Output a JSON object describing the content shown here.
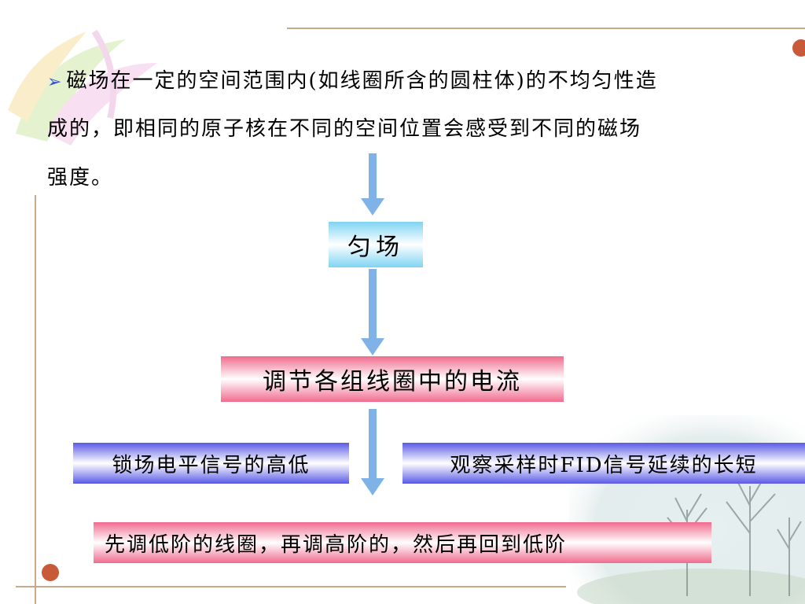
{
  "intro": {
    "bullet_glyph": "➢",
    "line1": "磁场在一定的空间范围内(如线圈所含的圆柱体)的不均匀性造",
    "line2": "成的，即相同的原子核在不同的空间位置会感受到不同的磁场",
    "line3": "强度。"
  },
  "flow": {
    "box1": "匀场",
    "box2": "调节各组线圈中的电流",
    "box3_left": "锁场电平信号的高低",
    "box3_right": "观察采样时FID信号延续的长短",
    "box4": "先调低阶的线圈，再调高阶的，然后再回到低阶"
  },
  "colors": {
    "arrow": "#7fb3e8",
    "box_blue": "#7fd4f2",
    "box_pink": "#f06b8e",
    "box_purple": "#5a5ae6",
    "decor_line": "#c9a98a",
    "decor_dot": "#c85a3a"
  }
}
